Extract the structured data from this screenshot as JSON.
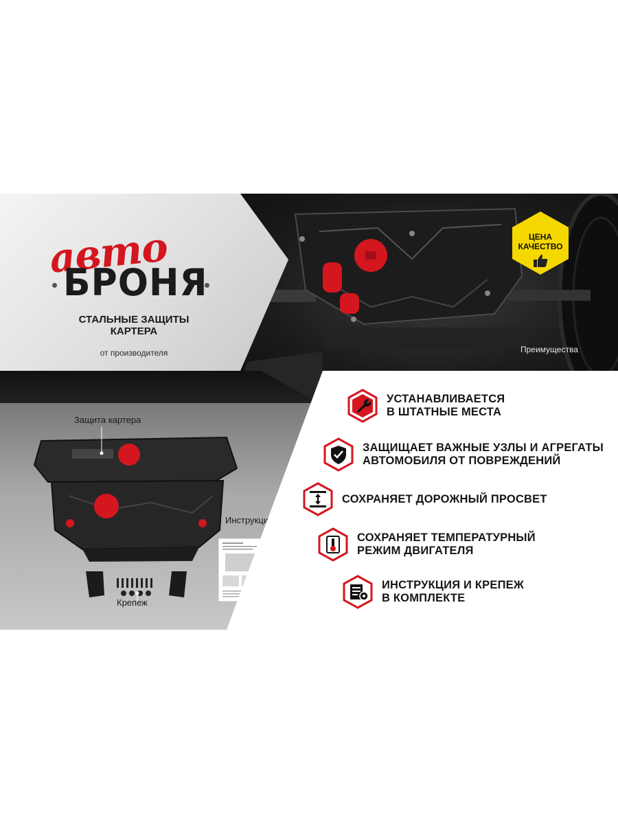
{
  "brand": {
    "logo_script": "авто",
    "logo_main": "БРОНЯ",
    "subtitle_line1": "СТАЛЬНЫЕ ЗАЩИТЫ",
    "subtitle_line2": "КАРТЕРА",
    "from_maker": "от производителя"
  },
  "badge": {
    "line1": "ЦЕНА",
    "line2": "КАЧЕСТВО",
    "icon": "thumbs-up-icon",
    "color": "#f5d800"
  },
  "advantages_label": "Преимущества",
  "product": {
    "label_guard": "Защита картера",
    "label_instructions": "Инструкция",
    "label_fasteners": "Крепеж"
  },
  "features": [
    {
      "icon": "wrench-icon",
      "line1": "УСТАНАВЛИВАЕТСЯ",
      "line2": "В ШТАТНЫЕ МЕСТА"
    },
    {
      "icon": "shield-check-icon",
      "line1": "ЗАЩИЩАЕТ ВАЖНЫЕ УЗЛЫ И АГРЕГАТЫ",
      "line2": "АВТОМОБИЛЯ ОТ ПОВРЕЖДЕНИЙ"
    },
    {
      "icon": "clearance-arrows-icon",
      "line1": "СОХРАНЯЕТ ДОРОЖНЫЙ ПРОСВЕТ",
      "line2": ""
    },
    {
      "icon": "thermometer-icon",
      "line1": "СОХРАНЯЕТ ТЕМПЕРАТУРНЫЙ",
      "line2": "РЕЖИМ ДВИГАТЕЛЯ"
    },
    {
      "icon": "instructions-bolts-icon",
      "line1": "ИНСТРУКЦИЯ И КРЕПЕЖ",
      "line2": "В КОМПЛЕКТЕ"
    }
  ],
  "colors": {
    "accent": "#d4161f",
    "dark": "#1b1b1b"
  }
}
